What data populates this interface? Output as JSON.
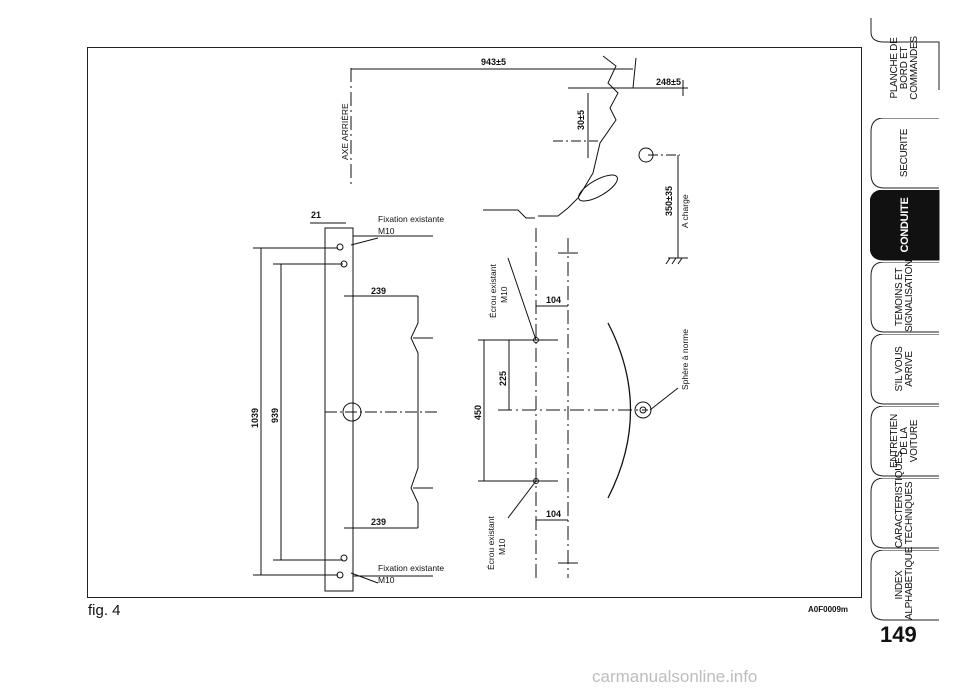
{
  "figure": {
    "label": "fig. 4",
    "code": "A0F0009m",
    "dimensions": {
      "d943": "943±5",
      "d248": "248±5",
      "d30": "30±5",
      "d350": "350±35",
      "d21": "21",
      "d239_top": "239",
      "d239_bottom": "239",
      "d1039": "1039",
      "d939": "939",
      "d104_top": "104",
      "d104_bottom": "104",
      "d450": "450",
      "d225": "225"
    },
    "labels": {
      "axe_arriere": "AXE ARRIÈRE",
      "a_charge": "A charge",
      "fixation_top_1": "Fixation existante",
      "fixation_top_2": "M10",
      "fixation_bottom_1": "Fixation existante",
      "fixation_bottom_2": "M10",
      "ecrou_top_1": "Écrou existant",
      "ecrou_top_2": "M10",
      "ecrou_bottom_1": "Écrou existant",
      "ecrou_bottom_2": "M10",
      "sphere": "Sphère à norme"
    }
  },
  "sidebar": {
    "tabs": [
      {
        "label": "PLANCHE DE\nBORD ET\nCOMMANDES",
        "active": false
      },
      {
        "label": "SECURITE",
        "active": false
      },
      {
        "label": "CONDUITE",
        "active": true
      },
      {
        "label": "TEMOINS ET\nSIGNALISATIONS",
        "active": false
      },
      {
        "label": "S'IL VOUS\nARRIVE",
        "active": false
      },
      {
        "label": "ENTRETIEN\nDE LA VOITURE",
        "active": false
      },
      {
        "label": "CARACTERISTIQUES\nTECHNIQUES",
        "active": false
      },
      {
        "label": "INDEX\nALPHABETIQUE",
        "active": false
      }
    ]
  },
  "page_number": "149",
  "watermark": "carmanualsonline.info"
}
